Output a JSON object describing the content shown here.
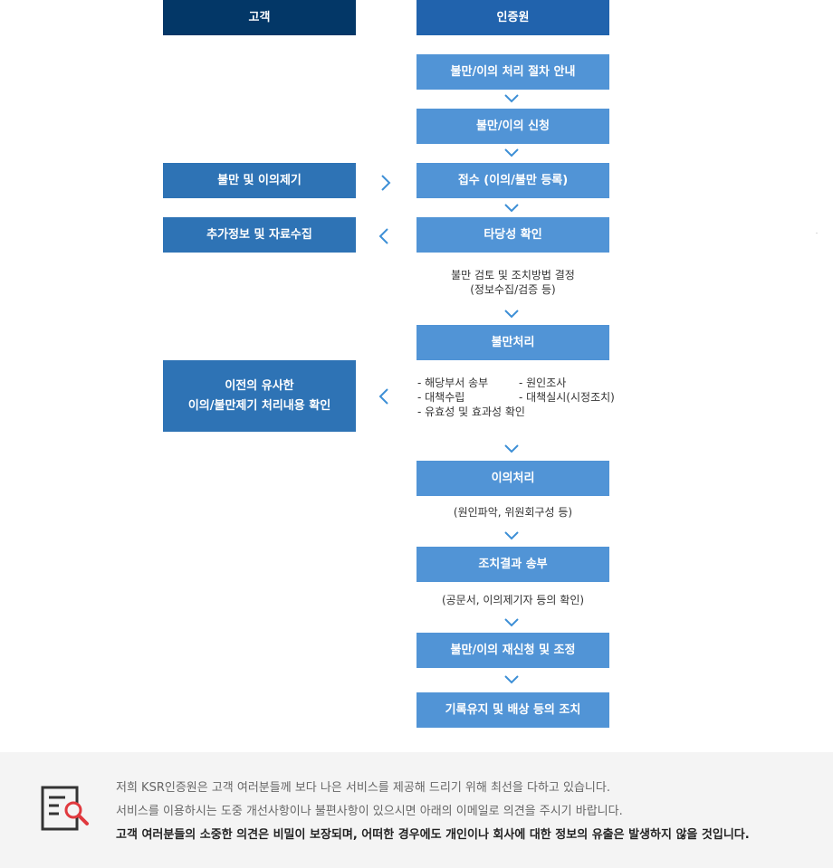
{
  "headers": {
    "customer": "고객",
    "certifier": "인증원"
  },
  "flow": {
    "guide": "불만/이의 처리 절차 안내",
    "apply": "불만/이의 신청",
    "receive": "접수 (이의/불만 등록)",
    "validity": "타당성 확인",
    "review_note_1": "불만 검토 및 조치방법 결정",
    "review_note_2": "(정보수집/검증 등)",
    "complaint_process": "불만처리",
    "complaint_items": [
      [
        "- 해당부서 송부",
        "- 원인조사"
      ],
      [
        "- 대책수립",
        "- 대책실시(시정조치)"
      ],
      [
        "- 유효성 및 효과성 확인",
        ""
      ]
    ],
    "objection_process": "이의처리",
    "objection_note": "(원인파악, 위원회구성 등)",
    "send_result": "조치결과 송부",
    "send_note": "(공문서, 이의제기자 등의 확인)",
    "reapply": "불만/이의 재신청 및 조정",
    "record": "기록유지 및 배상 등의 조치"
  },
  "customer_flow": {
    "raise": "불만 및 이의제기",
    "collect": "추가정보 및 자료수집",
    "check_line_1": "이전의 유사한",
    "check_line_2": "이의/불만제기 처리내용 확인"
  },
  "footer": {
    "icon": "document-search-icon",
    "line1": "저희 KSR인증원은 고객 여러분들께 보다 나은 서비스를 제공해 드리기 위해 최선을 다하고 있습니다.",
    "line2": "서비스를 이용하시는 도중 개선사항이나 불편사항이 있으시면 아래의 이메일로 의견을 주시기 바랍니다.",
    "line3": "고객 여러분들의 소중한 의견은 비밀이 보장되며, 어떠한 경우에도 개인이나 회사에 대한 정보의 유출은 발생하지 않을 것입니다."
  },
  "colors": {
    "header_customer": "#033767",
    "header_certifier": "#2163ad",
    "box_mid": "#2e73b5",
    "box_light": "#5194d6",
    "arrow": "#3d8fd6",
    "footer_bg": "#f4f4f4"
  }
}
